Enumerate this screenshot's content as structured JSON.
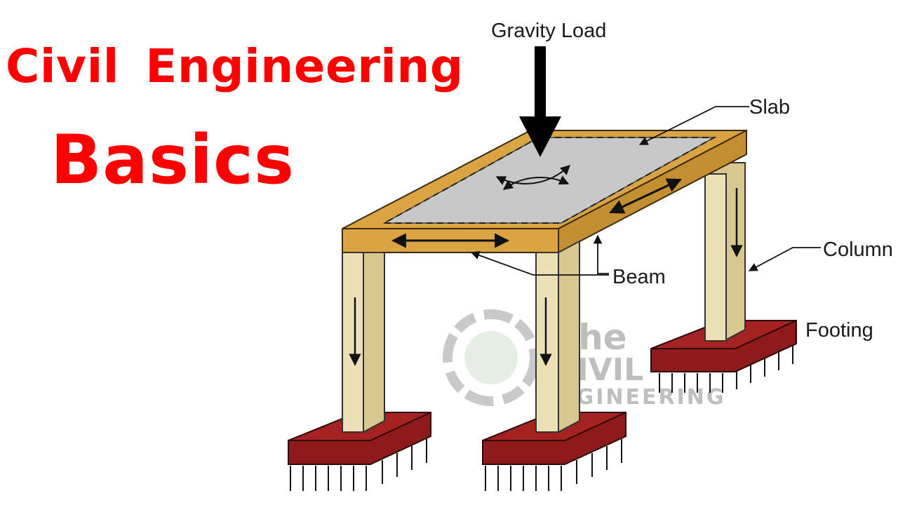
{
  "title": {
    "line1": "Civil  Engineering",
    "line2": "Basics",
    "color": "#ff0000"
  },
  "labels": {
    "gravity_load": "Gravity Load",
    "slab": "Slab",
    "column": "Column",
    "beam": "Beam",
    "footing": "Footing"
  },
  "watermark": {
    "line1": "The",
    "line2": "CIVIL",
    "line3": "ENGINEERING"
  },
  "colors": {
    "beam": "#d9a441",
    "slab": "#c9c9c9",
    "column": "#e8dcb0",
    "footing": "#9e1c1c"
  }
}
